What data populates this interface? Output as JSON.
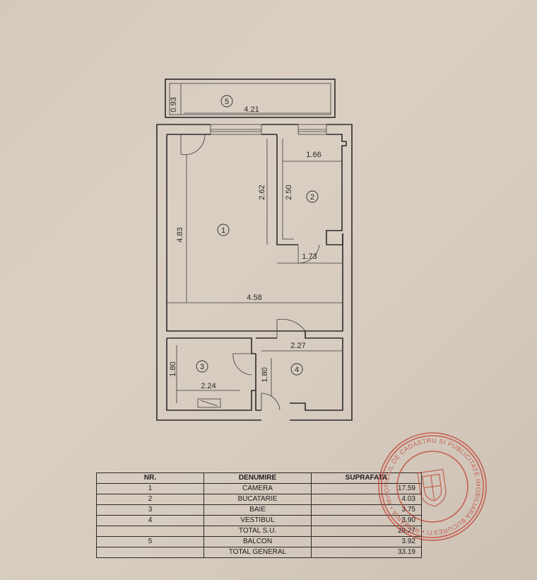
{
  "rooms": [
    {
      "nr": "1",
      "name": "CAMERA"
    },
    {
      "nr": "2",
      "name": "BUCATARIE"
    },
    {
      "nr": "3",
      "name": "BAIE"
    },
    {
      "nr": "4",
      "name": "VESTIBUL"
    },
    {
      "nr": "5",
      "name": "BALCON"
    }
  ],
  "dimensions": {
    "balcony_depth": "0.93",
    "balcony_length": "4.21",
    "kitchen_width": "1.66",
    "kitchen_depth_a": "2.62",
    "kitchen_depth_b": "2.50",
    "room_depth": "4.83",
    "kitchen_door_width": "1.73",
    "room_width": "4.58",
    "hall_width": "2.27",
    "bath_depth": "1.80",
    "hall_depth": "1.80",
    "bath_width": "2.24"
  },
  "table": {
    "headers": {
      "nr": "NR.",
      "name": "DENUMIRE",
      "area": "SUPRAFATA"
    },
    "rows": [
      {
        "nr": "1",
        "name": "CAMERA",
        "area": "17.59"
      },
      {
        "nr": "2",
        "name": "BUCATARIE",
        "area": "4.03"
      },
      {
        "nr": "3",
        "name": "BAIE",
        "area": "3.75"
      },
      {
        "nr": "4",
        "name": "VESTIBUL",
        "area": "3.90"
      },
      {
        "nr": "",
        "name": "TOTAL S.U.",
        "area": "29.27"
      },
      {
        "nr": "5",
        "name": "BALCON",
        "area": "3.92"
      },
      {
        "nr": "",
        "name": "TOTAL GENERAL",
        "area": "33.19"
      }
    ]
  },
  "stamp": {
    "text": "OFICIUL DE CADASTRU SI PUBLICITATE IMOBILIARA BUCURESTI • ROMÂNIA • Ministerul Administratiei si Internelor",
    "color": "#c0392b"
  }
}
